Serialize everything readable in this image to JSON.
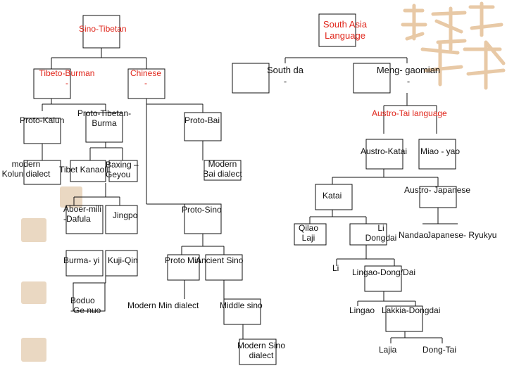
{
  "nodes": {
    "south_asia_language": "South Asia\nLanguage",
    "sino_tibetan": "Sino-Tibetan",
    "tibeto_burman": "Tibeto-Burman\n-",
    "chinese": "Chinese\n-",
    "south_da": "South da\n-",
    "meng_gaomian": "Meng- gaomian\n-",
    "proto_kalun": "Proto-Kalun",
    "proto_tibetan_burma": "Proto-Tibetan-\nBurma",
    "proto_bai": "Proto-Bai",
    "austro_tai": "Austro-Tai language",
    "modern_kolun": "modern\nKolun dialect",
    "tibet_kanaoli": "Tibet Kanaoli",
    "baxing_geyou": "Baxing –\nGeyou",
    "modern_bai": "Modern\nBai dialect",
    "austro_katai": "Austro-Katai",
    "miao_yao": "Miao - yao",
    "katai": "Katai",
    "austro_japanese": "Austro- Japanese",
    "aboer_mili": "Aboer-mili\n-Dafula",
    "jingpo": "Jingpo",
    "proto_sino": "Proto-Sino",
    "qilao_laji": "Qilao\nLaji",
    "li_dongdai": "Li\nDongdai",
    "nandao": "Nandao",
    "japanese_ryukyu": "Japanese- Ryukyu",
    "burma_yi": "Burma- yi",
    "kuji_qin": "Kuji-Qin",
    "proto_min": "Proto Min",
    "ancient_sino": "Ancient Sino",
    "li": "Li",
    "lingao_dong_dai": "Lingao-Dong/Dai",
    "boduo_ge_nuo": "Boduo\n-Ge nuo",
    "modern_min": "Modern Min dialect",
    "middle_sino": "Middle sino",
    "lingao": "Lingao",
    "lakkia_dongdai": "Lakkia-Dongdai",
    "modern_sino": "Modern Sino\ndialect",
    "lajia": "Lajia",
    "dong_tai": "Dong-Tai"
  },
  "colors": {
    "highlight_text": "#e0261b",
    "line": "#111111",
    "decoration": "#e8c9a6"
  }
}
